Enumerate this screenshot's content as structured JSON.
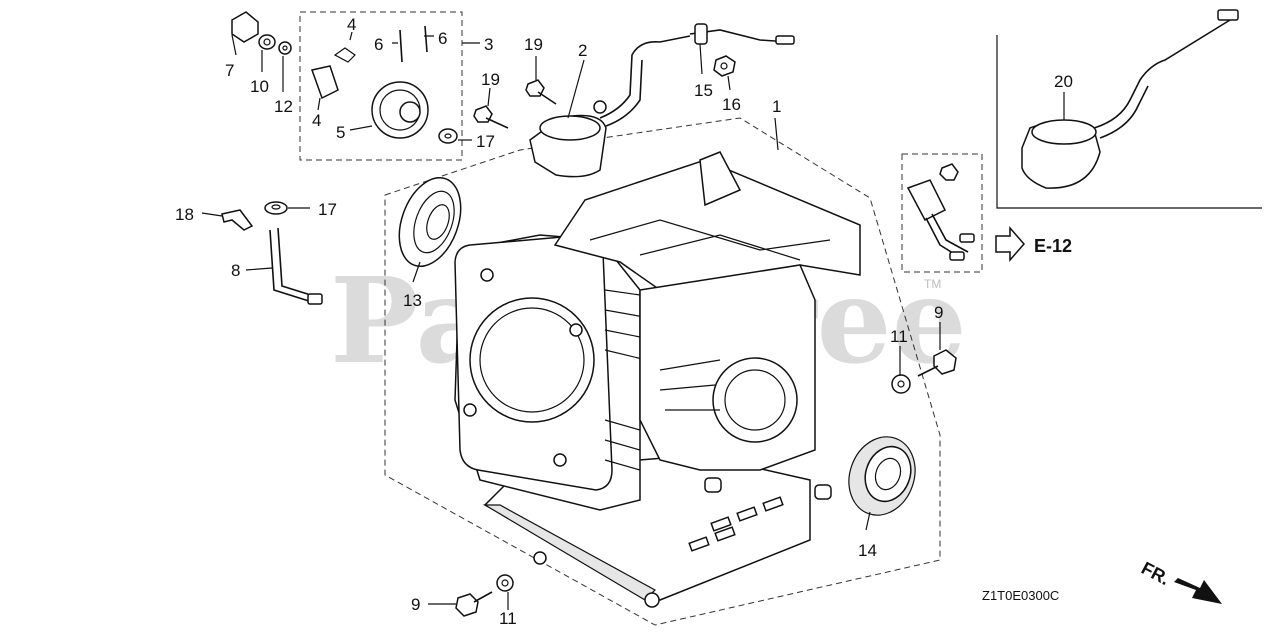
{
  "watermark": {
    "text": "PartsTree",
    "trademark": "TM"
  },
  "callouts": [
    "1",
    "2",
    "3",
    "4",
    "4",
    "5",
    "6",
    "6",
    "7",
    "8",
    "9",
    "9",
    "10",
    "11",
    "11",
    "12",
    "13",
    "14",
    "15",
    "16",
    "17",
    "17",
    "18",
    "19",
    "19",
    "20"
  ],
  "reference": {
    "arrow_label": "E-12"
  },
  "direction": {
    "label": "FR."
  },
  "diagram_code": "Z1T0E0300C"
}
